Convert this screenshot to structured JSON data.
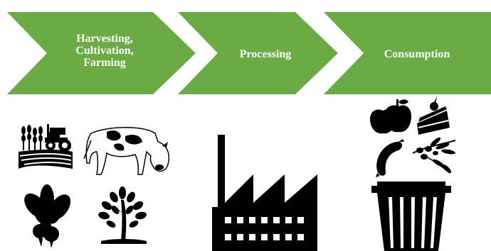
{
  "colors": {
    "chevron_fill": "#6aab45",
    "icon_fill": "#000000",
    "label_text": "#ffffff",
    "background": "#ffffff"
  },
  "stages": [
    {
      "lines": [
        "Harvesting,",
        "Cultivation,",
        "Farming"
      ],
      "icons": [
        "tractor-field-icon",
        "cow-icon",
        "beet-icon",
        "plant-icon"
      ]
    },
    {
      "lines": [
        "Processing"
      ],
      "icons": [
        "factory-icon"
      ]
    },
    {
      "lines": [
        "Consumption"
      ],
      "icons": [
        "apples-icon",
        "cake-slice-icon",
        "sausage-icon",
        "olives-icon",
        "trash-bin-icon"
      ]
    }
  ]
}
